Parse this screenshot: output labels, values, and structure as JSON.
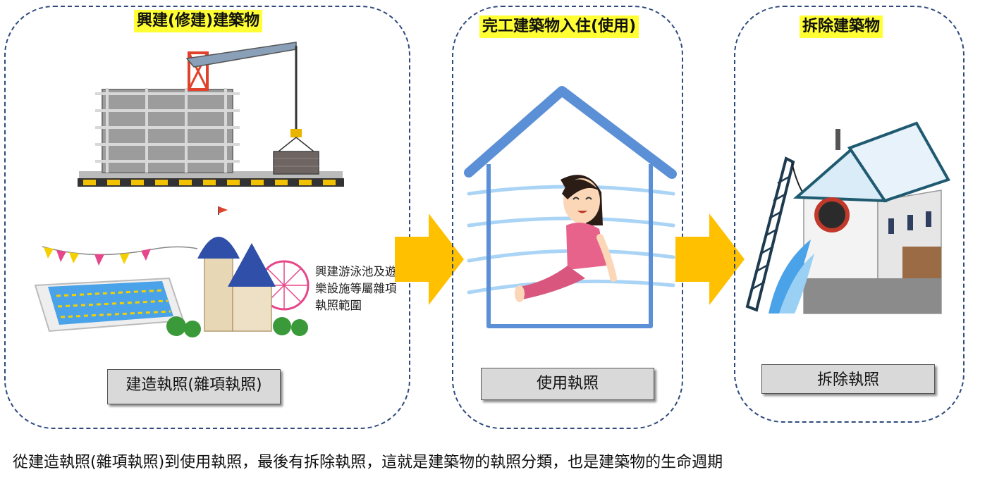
{
  "stages": [
    {
      "title": "興建(修建)建築物",
      "permit": "建造執照(雜項執照)",
      "note": "興建游泳池及遊樂設施等屬雜項執照範圍"
    },
    {
      "title": "完工建築物入住(使用)",
      "permit": "使用執照"
    },
    {
      "title": "拆除建築物",
      "permit": "拆除執照"
    }
  ],
  "caption": "從建造執照(雜項執照)到使用執照，最後有拆除執照，這就是建築物的執照分類，也是建築物的生命週期",
  "colors": {
    "border": "#2e4a7d",
    "title_highlight": "#ffff33",
    "arrow": "#ffc000",
    "house_outline": "#5b8fd6",
    "permit_box": "#d9d9d9"
  },
  "icons": [
    "construction-crane-illustration",
    "swimming-pool-illustration",
    "amusement-park-illustration",
    "person-in-house-illustration",
    "house-demolition-illustration",
    "flow-arrow-icon"
  ]
}
